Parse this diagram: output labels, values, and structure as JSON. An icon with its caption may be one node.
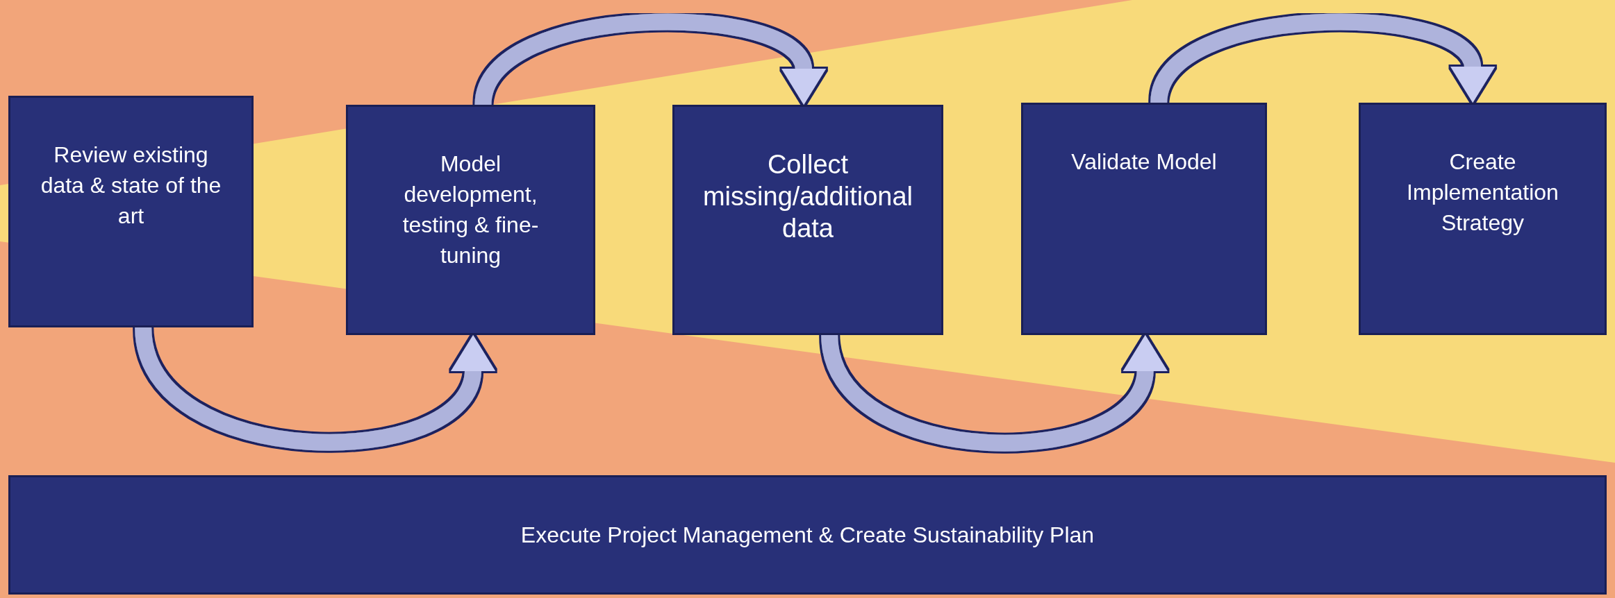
{
  "diagram": {
    "nodes": [
      {
        "text": [
          "Review existing data & state of the art"
        ]
      },
      {
        "text": [
          "Model development, testing & fine-tuning"
        ]
      },
      {
        "text": [
          "Collect missing/additional data"
        ]
      },
      {
        "text": [
          "Validate Model"
        ]
      },
      {
        "text": [
          "Create Implementation Strategy"
        ]
      },
      {
        "text": [
          "Execute Project Management & Create Sustainability Plan"
        ]
      }
    ],
    "edges": [
      {
        "from": 0,
        "to": 1,
        "arrow": "to"
      },
      {
        "from": 1,
        "to": 2,
        "arrow": "to"
      },
      {
        "from": 2,
        "to": 3,
        "arrow": "to"
      },
      {
        "from": 3,
        "to": 4,
        "arrow": "to"
      }
    ]
  }
}
